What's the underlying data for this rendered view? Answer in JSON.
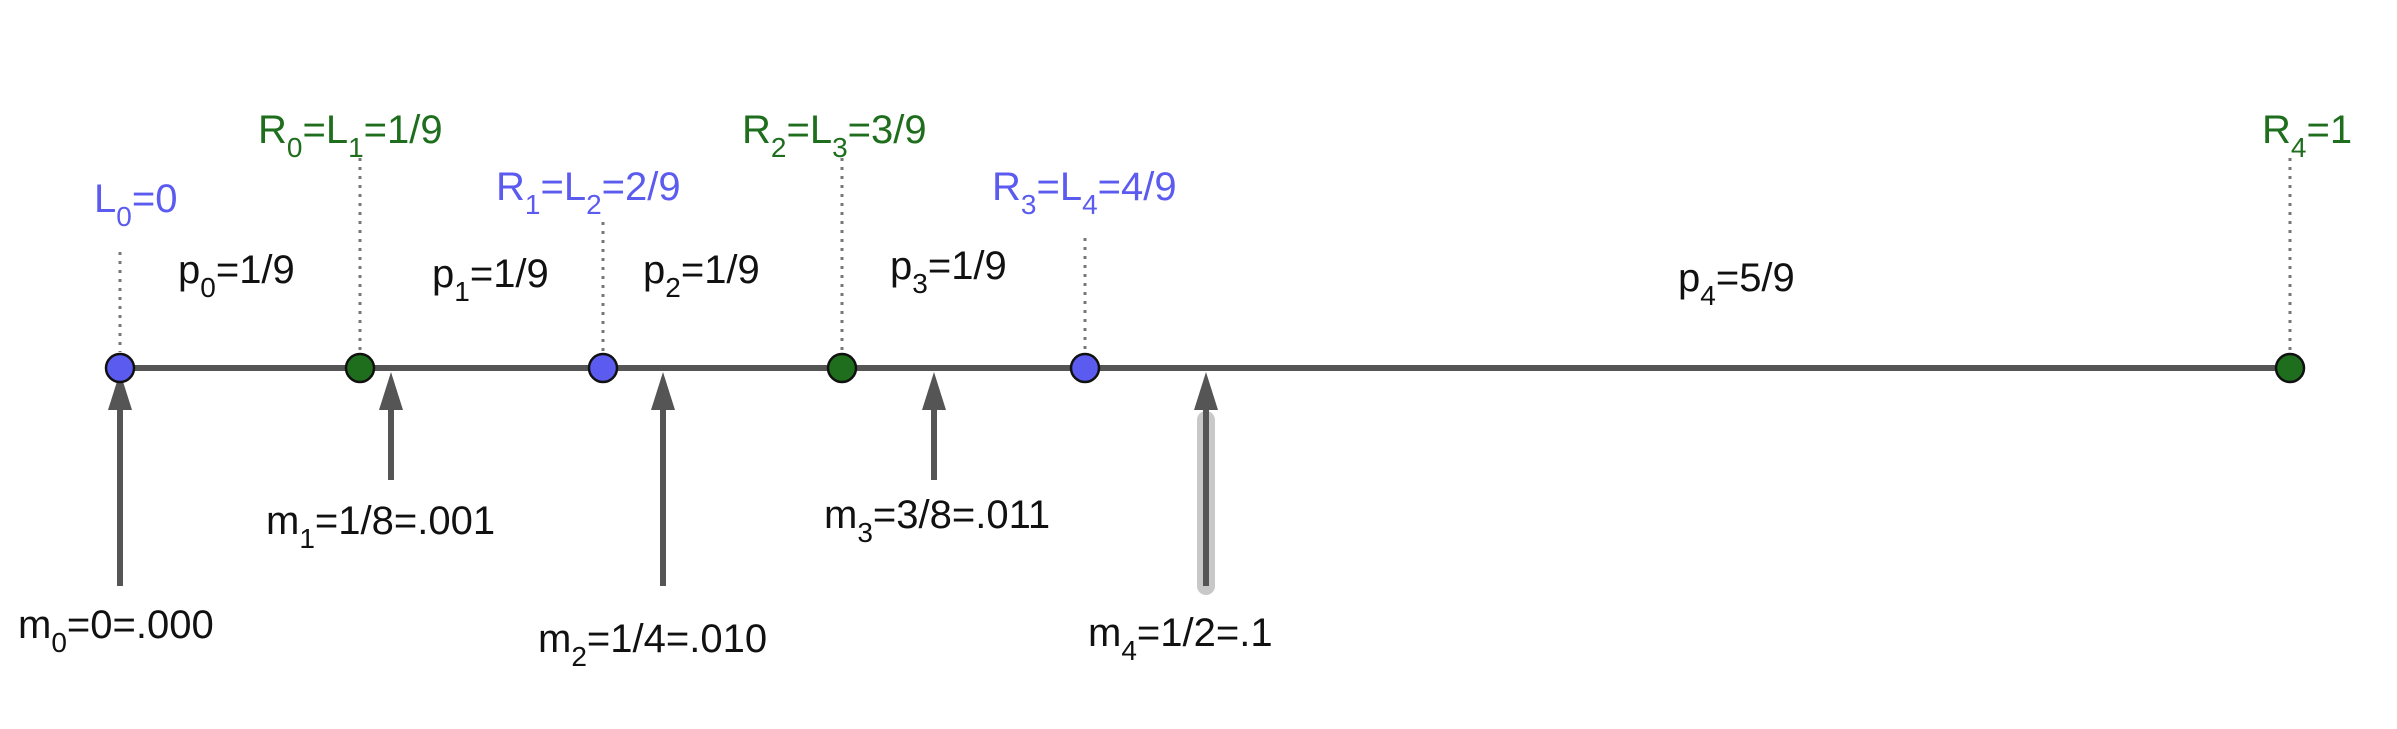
{
  "colors": {
    "line": "#555555",
    "left_endpoint": "#5b5bf0",
    "right_endpoint": "#1e6e1e",
    "text": "#111111",
    "highlight": "#c8c8c8"
  },
  "endpoints": [
    {
      "name": "L",
      "idx": "0",
      "value": "0",
      "color": "blue",
      "label": {
        "a": "L",
        "a_sub": "0",
        "text": "=0"
      }
    },
    {
      "name": "R0L1",
      "value": "1/9",
      "color": "green",
      "label": {
        "a": "R",
        "a_sub": "0",
        "b": "=L",
        "b_sub": "1",
        "text": "=1/9"
      }
    },
    {
      "name": "R1L2",
      "value": "2/9",
      "color": "blue",
      "label": {
        "a": "R",
        "a_sub": "1",
        "b": "=L",
        "b_sub": "2",
        "text": "=2/9"
      }
    },
    {
      "name": "R2L3",
      "value": "3/9",
      "color": "green",
      "label": {
        "a": "R",
        "a_sub": "2",
        "b": "=L",
        "b_sub": "3",
        "text": "=3/9"
      }
    },
    {
      "name": "R3L4",
      "value": "4/9",
      "color": "blue",
      "label": {
        "a": "R",
        "a_sub": "3",
        "b": "=L",
        "b_sub": "4",
        "text": "=4/9"
      }
    },
    {
      "name": "R4",
      "value": "1",
      "color": "green",
      "label": {
        "a": "R",
        "a_sub": "4",
        "text": "=1"
      }
    }
  ],
  "intervals": [
    {
      "p": "p",
      "sub": "0",
      "text": "=1/9"
    },
    {
      "p": "p",
      "sub": "1",
      "text": "=1/9"
    },
    {
      "p": "p",
      "sub": "2",
      "text": "=1/9"
    },
    {
      "p": "p",
      "sub": "3",
      "text": "=1/9"
    },
    {
      "p": "p",
      "sub": "4",
      "text": "=5/9"
    }
  ],
  "midpoints": [
    {
      "m": "m",
      "sub": "0",
      "text": "=0=.000"
    },
    {
      "m": "m",
      "sub": "1",
      "text": "=1/8=.001"
    },
    {
      "m": "m",
      "sub": "2",
      "text": "=1/4=.010"
    },
    {
      "m": "m",
      "sub": "3",
      "text": "=3/8=.011"
    },
    {
      "m": "m",
      "sub": "4",
      "text": "=1/2=.1",
      "highlighted": true
    }
  ]
}
